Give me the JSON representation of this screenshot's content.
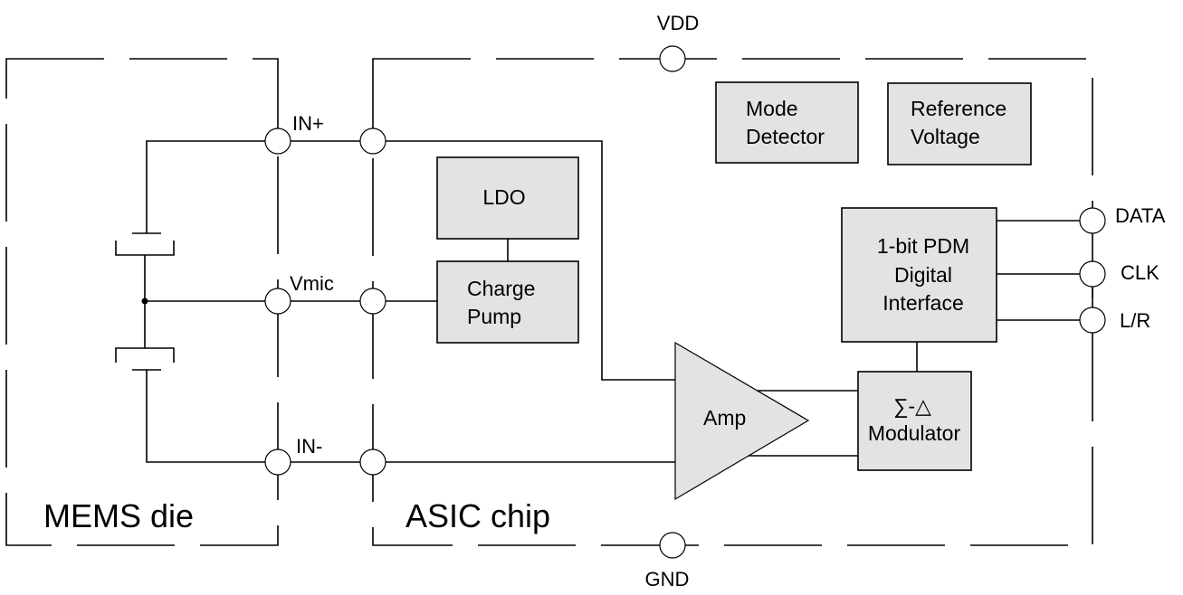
{
  "title": "MEMS microphone block diagram",
  "regions": {
    "mems": "MEMS die",
    "asic": "ASIC chip"
  },
  "pins": {
    "vdd": "VDD",
    "gnd": "GND",
    "in_plus": "IN+",
    "vmic": "Vmic",
    "in_minus": "IN-",
    "data": "DATA",
    "clk": "CLK",
    "lr": "L/R"
  },
  "blocks": {
    "ldo": "LDO",
    "charge_pump": [
      "Charge",
      "Pump"
    ],
    "mode_detector": [
      "Mode",
      "Detector"
    ],
    "reference_voltage": [
      "Reference",
      "Voltage"
    ],
    "pdm_interface": [
      "1-bit PDM",
      "Digital",
      "Interface"
    ],
    "amp": "Amp",
    "modulator": [
      "∑-△",
      "Modulator"
    ]
  },
  "colors": {
    "block_fill": "#e3e3e3",
    "line": "#000000"
  }
}
